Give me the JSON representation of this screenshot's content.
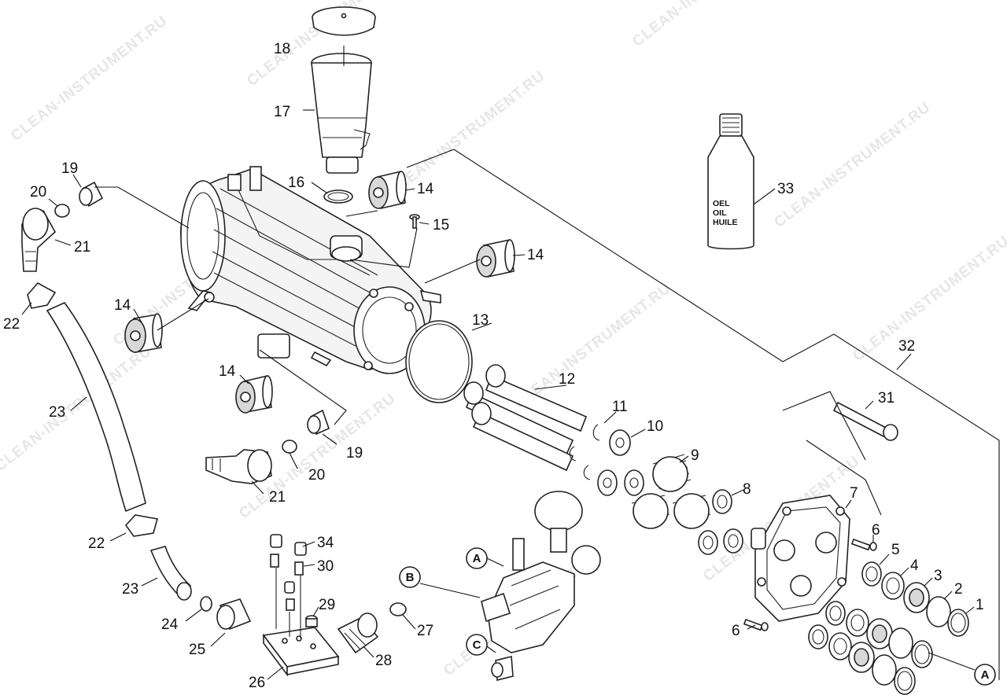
{
  "watermark": "CLEAN-INSTRUMENT.RU",
  "bottle_label": [
    "OEL",
    "OIL",
    "HUILE"
  ],
  "letters": {
    "a": "A",
    "b": "B",
    "c": "C"
  },
  "callouts": {
    "n1": "1",
    "n2": "2",
    "n3": "3",
    "n4": "4",
    "n5": "5",
    "n6": "6",
    "n7": "7",
    "n8": "8",
    "n9": "9",
    "n10": "10",
    "n11": "11",
    "n12": "12",
    "n13": "13",
    "n14": "14",
    "n15": "15",
    "n16": "16",
    "n17": "17",
    "n18": "18",
    "n19": "19",
    "n20": "20",
    "n21": "21",
    "n22": "22",
    "n23": "23",
    "n24": "24",
    "n25": "25",
    "n26": "26",
    "n27": "27",
    "n28": "28",
    "n29": "29",
    "n30": "30",
    "n31": "31",
    "n32": "32",
    "n33": "33",
    "n34": "34"
  }
}
